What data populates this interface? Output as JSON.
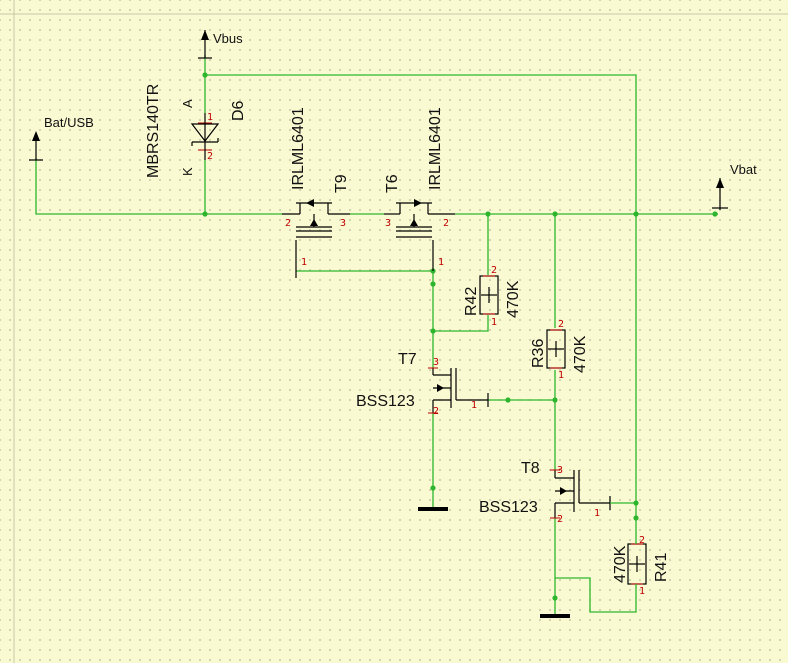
{
  "nets": {
    "bat_usb": "Bat/USB",
    "vbus": "Vbus",
    "vbat": "Vbat"
  },
  "components": {
    "d6": {
      "ref": "D6",
      "part": "MBRS140TR",
      "anode": "A",
      "cathode": "K",
      "pin1": "1",
      "pin2": "2"
    },
    "t9": {
      "ref": "T9",
      "part": "IRLML6401",
      "pin1": "1",
      "pin2": "2",
      "pin3": "3"
    },
    "t6": {
      "ref": "T6",
      "part": "IRLML6401",
      "pin1": "1",
      "pin2": "2",
      "pin3": "3"
    },
    "r42": {
      "ref": "R42",
      "value": "470K",
      "pin1": "1",
      "pin2": "2"
    },
    "r36": {
      "ref": "R36",
      "value": "470K",
      "pin1": "1",
      "pin2": "2"
    },
    "r41": {
      "ref": "R41",
      "value": "470K",
      "pin1": "1",
      "pin2": "2"
    },
    "t7": {
      "ref": "T7",
      "part": "BSS123",
      "pin1": "1",
      "pin2": "2",
      "pin3": "3"
    },
    "t8": {
      "ref": "T8",
      "part": "BSS123",
      "pin1": "1",
      "pin2": "2",
      "pin3": "3"
    }
  }
}
